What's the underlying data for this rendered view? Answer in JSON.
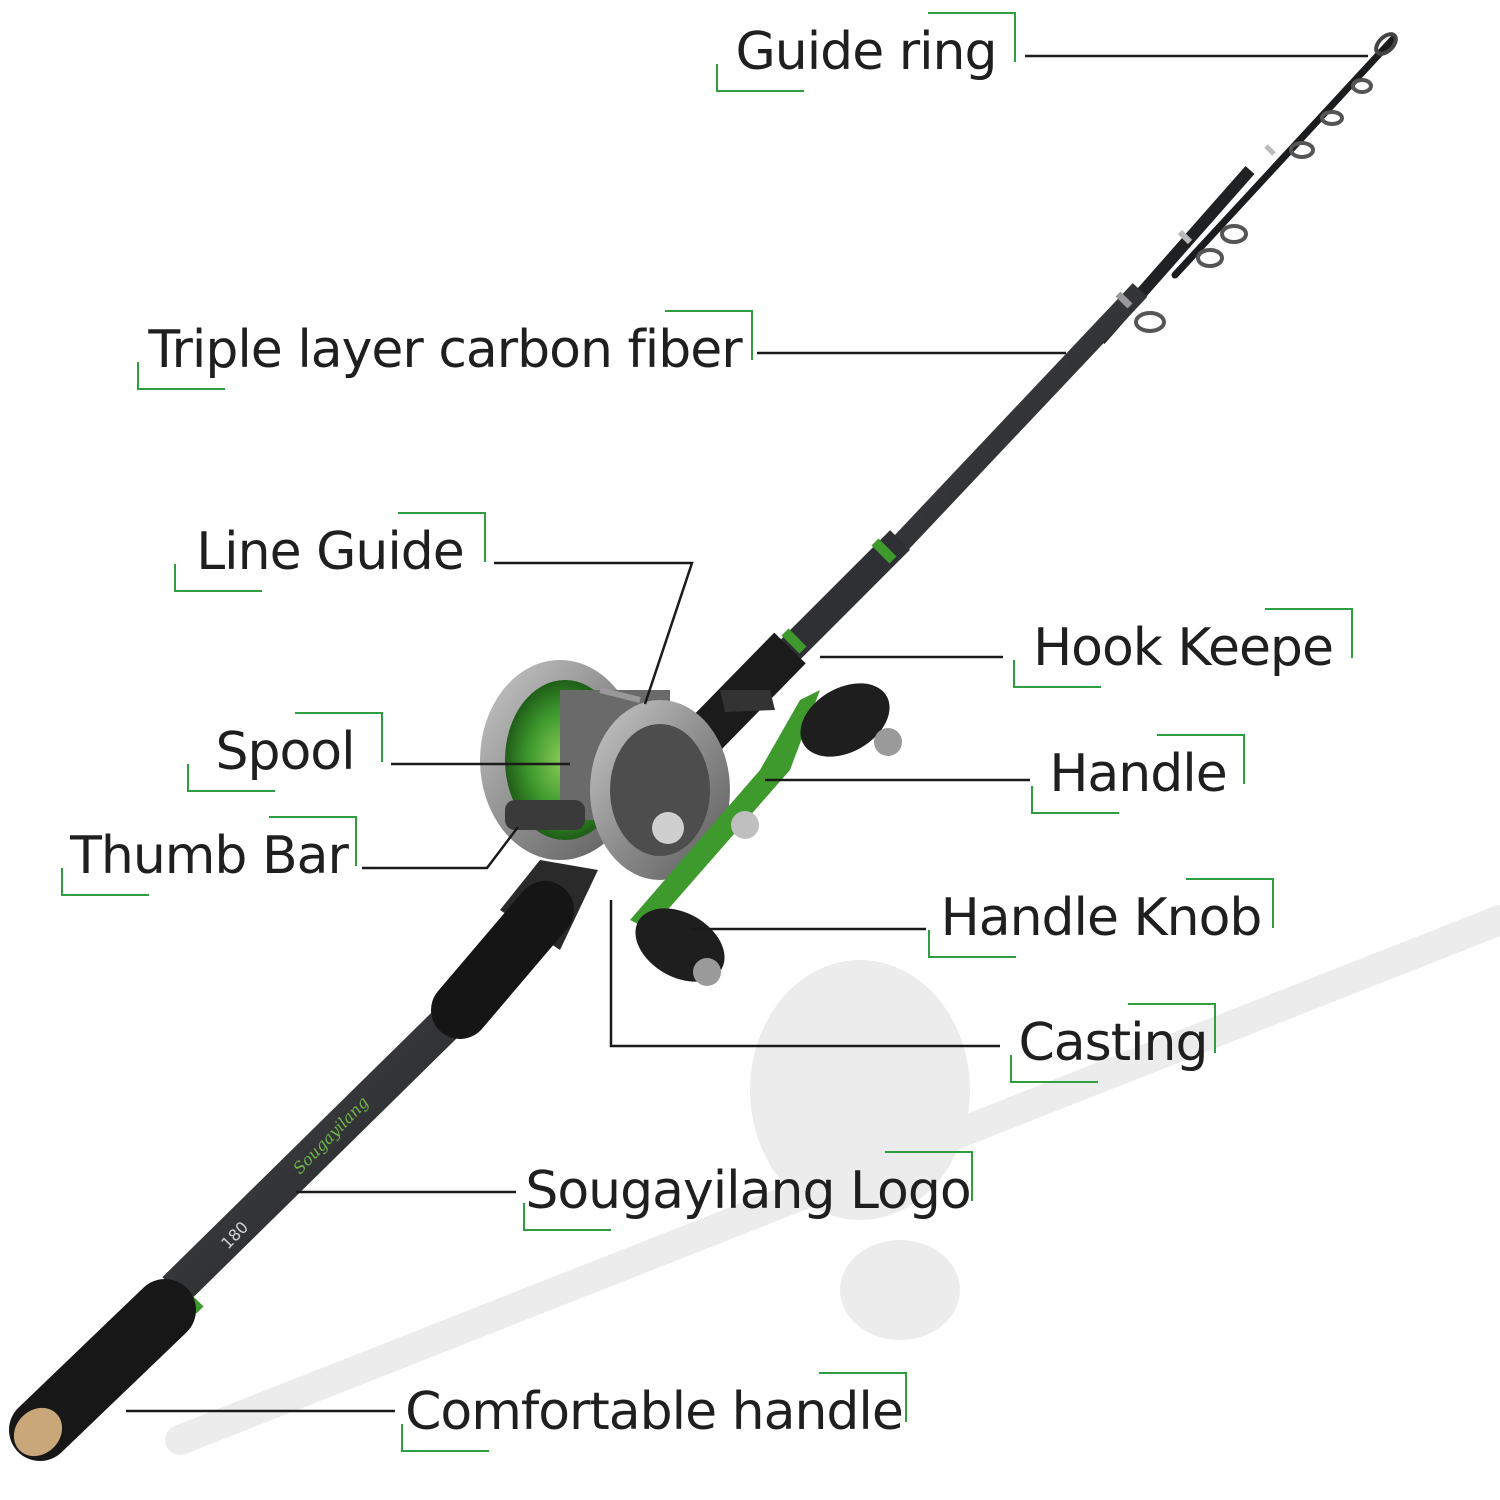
{
  "labels": {
    "guide_ring": "Guide ring",
    "carbon_fiber": "Triple layer carbon fiber",
    "line_guide": "Line Guide",
    "hook_keeper": "Hook Keepe",
    "spool": "Spool",
    "handle": "Handle",
    "thumb_bar": "Thumb Bar",
    "handle_knob": "Handle Knob",
    "casting": "Casting",
    "logo": "Sougayilang Logo",
    "comfortable_handle": "Comfortable handle"
  },
  "rod_print": {
    "brand": "Sougayilang",
    "length": "180"
  },
  "colors": {
    "accent_green": "#2e9e3e",
    "reel_green": "#3f9a2e",
    "rod_dark": "#2a2b2d",
    "text": "#1f1f1f"
  }
}
